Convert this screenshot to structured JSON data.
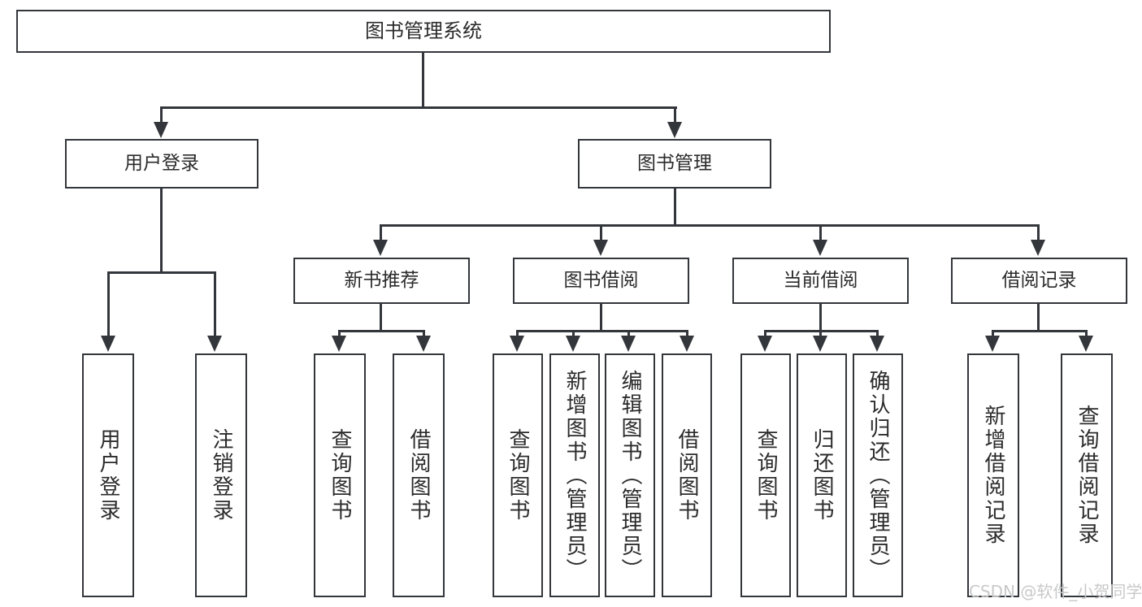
{
  "diagram": {
    "type": "tree-hierarchy-diagram",
    "title": "图书管理系统",
    "orientation": "top-down",
    "colors": {
      "box_border": "#33363b",
      "box_fill": "#ffffff",
      "connector": "#33363b",
      "text": "#2b2b2b",
      "background": "#ffffff",
      "watermark": "#c9c9c9"
    }
  },
  "root": {
    "label": "图书管理系统"
  },
  "level2": [
    {
      "label": "用户登录"
    },
    {
      "label": "图书管理"
    }
  ],
  "level3": [
    {
      "label": "新书推荐"
    },
    {
      "label": "图书借阅"
    },
    {
      "label": "当前借阅"
    },
    {
      "label": "借阅记录"
    }
  ],
  "leaves": {
    "user_login": [
      {
        "label": "用户登录"
      },
      {
        "label": "注销登录"
      }
    ],
    "new_book_recommend": [
      {
        "label": "查询图书"
      },
      {
        "label": "借阅图书"
      }
    ],
    "book_borrow": [
      {
        "label": "查询图书"
      },
      {
        "label": "新增图书（管理员）"
      },
      {
        "label": "编辑图书（管理员）"
      },
      {
        "label": "借阅图书"
      }
    ],
    "current_borrow": [
      {
        "label": "查询图书"
      },
      {
        "label": "归还图书"
      },
      {
        "label": "确认归还（管理员）"
      }
    ],
    "borrow_record": [
      {
        "label": "新增借阅记录"
      },
      {
        "label": "查询借阅记录"
      }
    ]
  },
  "watermark": {
    "text": "CSDN @软件_小贺同学"
  }
}
